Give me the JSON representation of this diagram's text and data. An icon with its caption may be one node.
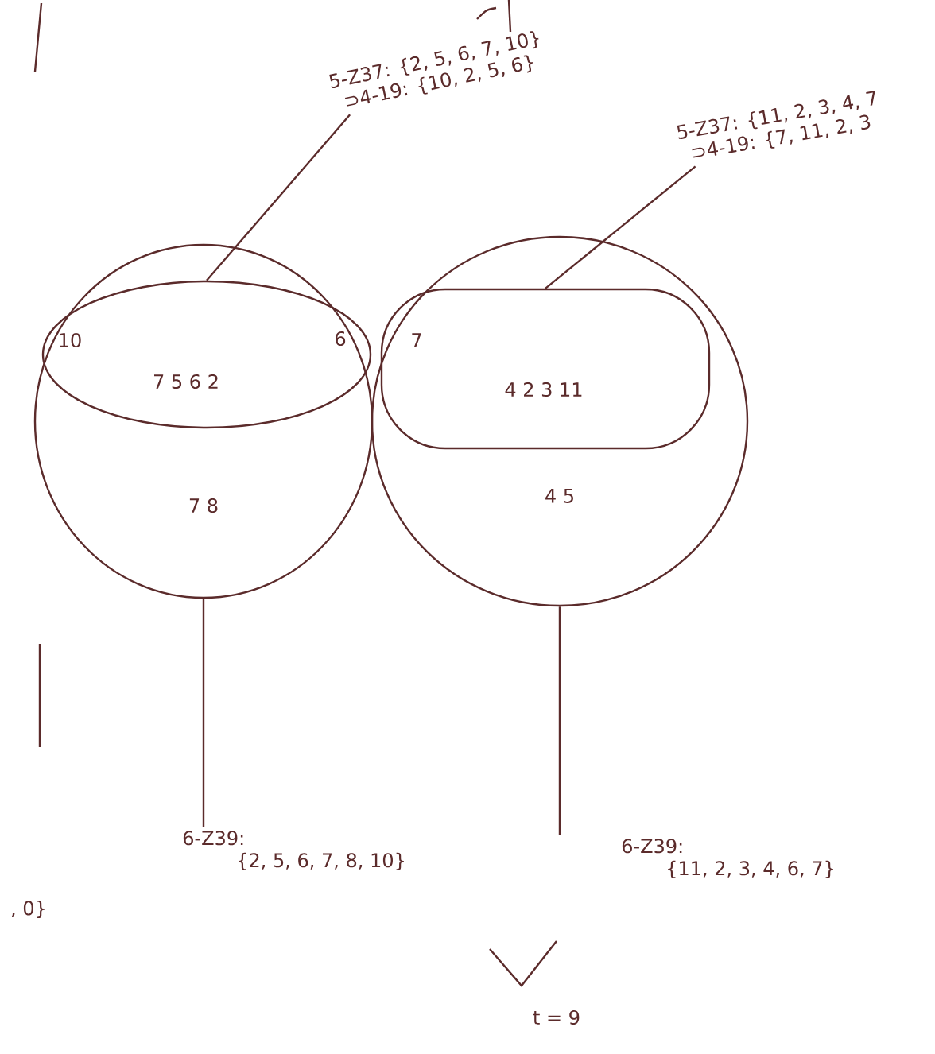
{
  "diagram": {
    "nodes": [
      {
        "text": [
          "7 8"
        ]
      },
      {
        "text": [
          "10",
          "6",
          "7 5 6 2"
        ],
        "in": 0
      },
      {
        "text": [
          "4 5"
        ]
      },
      {
        "text": [
          "7",
          "4 2 3 11"
        ],
        "in": 2
      },
      {
        "text": [
          "5-Z37: {2, 5, 6, 7, 10}",
          "⊃4-19: {10, 2, 5, 6}"
        ]
      },
      {
        "text": [
          "5-Z37: {11, 2, 3, 4, 7",
          "⊃4-19: {7, 11, 2, 3"
        ]
      },
      {
        "text": [
          "6-Z39:",
          "{2, 5, 6, 7, 8, 10}"
        ]
      },
      {
        "text": [
          "6-Z39:",
          "{11, 2, 3, 4, 6, 7}"
        ]
      }
    ],
    "edges": [
      {
        "from": 4,
        "to": 1,
        "arrow": "none"
      },
      {
        "from": 5,
        "to": 3,
        "arrow": "none"
      },
      {
        "from": 6,
        "to": 0,
        "arrow": "none"
      },
      {
        "from": 7,
        "to": 2,
        "arrow": "none"
      }
    ],
    "labels": [
      ", 0}",
      "t = 9"
    ]
  }
}
